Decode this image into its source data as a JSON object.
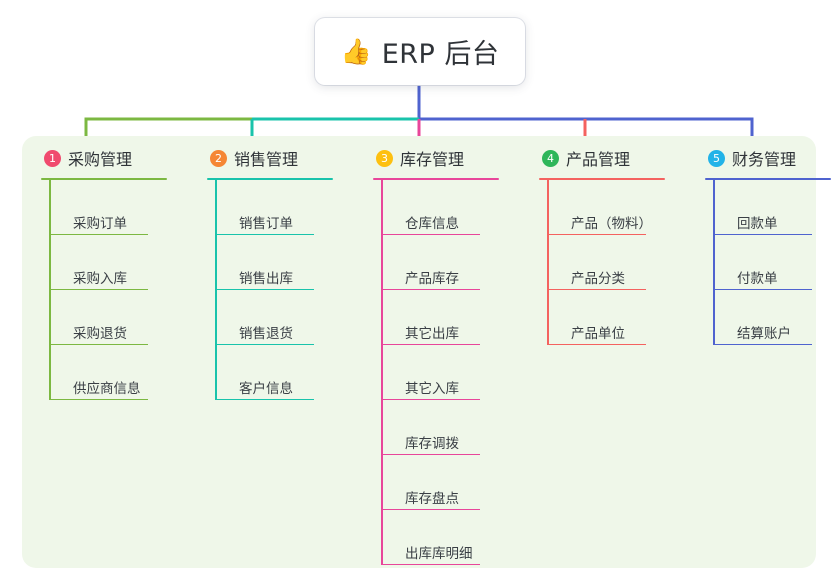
{
  "root": {
    "icon": "thumbs-up-emoji",
    "emoji": "👍",
    "title": "ERP 后台"
  },
  "palette": {
    "panel_bg": "#eff7e9",
    "page_bg": "#ffffff",
    "card_bg": "#ffffff",
    "text": "#2f3338",
    "green": "#7cb842",
    "teal": "#19c3ab",
    "pink": "#e8469a",
    "red": "#f4625f",
    "blue": "#4f63cf",
    "badge1": "#f04a6e",
    "badge2": "#f58634",
    "badge3": "#fdc010",
    "badge4": "#2eb65a",
    "badge5": "#22b3e8",
    "stem": "#4f63cf"
  },
  "columns": [
    {
      "number": "1",
      "title": "采购管理",
      "badge_color": "#f04a6e",
      "line_color": "#7cb842",
      "items": [
        "采购订单",
        "采购入库",
        "采购退货",
        "供应商信息"
      ]
    },
    {
      "number": "2",
      "title": "销售管理",
      "badge_color": "#f58634",
      "line_color": "#19c3ab",
      "items": [
        "销售订单",
        "销售出库",
        "销售退货",
        "客户信息"
      ]
    },
    {
      "number": "3",
      "title": "库存管理",
      "badge_color": "#fdc010",
      "line_color": "#e8469a",
      "items": [
        "仓库信息",
        "产品库存",
        "其它出库",
        "其它入库",
        "库存调拨",
        "库存盘点",
        "出库库明细"
      ]
    },
    {
      "number": "4",
      "title": "产品管理",
      "badge_color": "#2eb65a",
      "line_color": "#f4625f",
      "items": [
        "产品（物料）",
        "产品分类",
        "产品单位"
      ]
    },
    {
      "number": "5",
      "title": "财务管理",
      "badge_color": "#22b3e8",
      "line_color": "#4f63cf",
      "items": [
        "回款单",
        "付款单",
        "结算账户"
      ]
    }
  ]
}
